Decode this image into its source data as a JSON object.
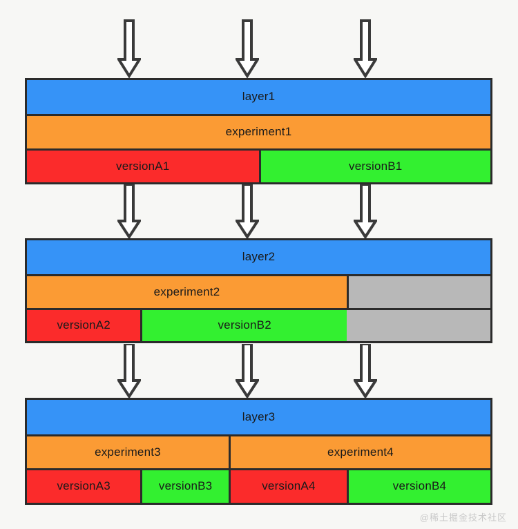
{
  "diagram": {
    "title": "layered-ab-testing-experiment-structure",
    "background_color": "#f7f7f5",
    "border_color": "#2b2b2b",
    "colors": {
      "layer": "#3693f7",
      "experiment": "#fb9b34",
      "version_a": "#fb2b2b",
      "version_b": "#33f030",
      "unused": "#b8b8b8",
      "arrow_fill": "#ffffff",
      "arrow_stroke": "#3a3a3a"
    },
    "arrow_groups": [
      {
        "name": "arrows-into-layer1",
        "count": 3
      },
      {
        "name": "arrows-layer1-to-layer2",
        "count": 3
      },
      {
        "name": "arrows-layer2-to-layer3",
        "count": 3
      }
    ],
    "blocks": [
      {
        "id": "layer1",
        "layer_label": "layer1",
        "experiments": [
          {
            "label": "experiment1",
            "width_pct": 100
          }
        ],
        "versions": [
          {
            "label": "versionA1",
            "variant": "A",
            "width_pct": 50
          },
          {
            "label": "versionB1",
            "variant": "B",
            "width_pct": 50
          }
        ]
      },
      {
        "id": "layer2",
        "layer_label": "layer2",
        "experiments": [
          {
            "label": "experiment2",
            "width_pct": 69
          },
          {
            "label": "",
            "variant": "unused",
            "width_pct": 31
          }
        ],
        "versions": [
          {
            "label": "versionA2",
            "variant": "A",
            "width_pct": 24.5
          },
          {
            "label": "versionB2",
            "variant": "B",
            "width_pct": 44.5
          },
          {
            "label": "",
            "variant": "unused",
            "width_pct": 31
          }
        ]
      },
      {
        "id": "layer3",
        "layer_label": "layer3",
        "experiments": [
          {
            "label": "experiment3",
            "width_pct": 43.5
          },
          {
            "label": "experiment4",
            "width_pct": 56.5
          }
        ],
        "versions": [
          {
            "label": "versionA3",
            "variant": "A",
            "width_pct": 24.5
          },
          {
            "label": "versionB3",
            "variant": "B",
            "width_pct": 19
          },
          {
            "label": "versionA4",
            "variant": "A",
            "width_pct": 25.5
          },
          {
            "label": "versionB4",
            "variant": "B",
            "width_pct": 31
          }
        ]
      }
    ]
  },
  "watermark": {
    "text": "@稀土掘金技术社区"
  }
}
